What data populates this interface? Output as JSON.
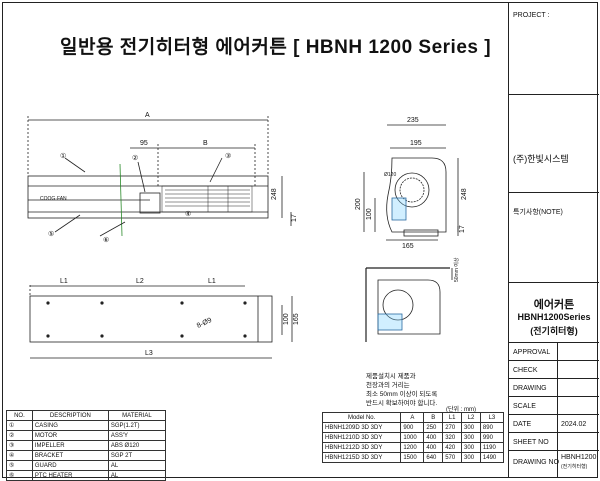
{
  "title": "일반용 전기히터형 에어커튼 [ HBNH 1200 Series ]",
  "sidebar": {
    "project_label": "PROJECT :",
    "company": "(주)한빛시스템",
    "note_label": "특기사항(NOTE)",
    "model_line1": "에어커튼",
    "model_line2": "HBNH1200Series",
    "model_line3": "(전기히터형)",
    "rows": [
      {
        "label": "APPROVAL",
        "value": ""
      },
      {
        "label": "CHECK",
        "value": ""
      },
      {
        "label": "DRAWING",
        "value": ""
      },
      {
        "label": "SCALE",
        "value": ""
      },
      {
        "label": "DATE",
        "value": "2024.02"
      },
      {
        "label": "SHEET NO",
        "value": ""
      },
      {
        "label": "DRAWING NO",
        "value": "HBNH1200"
      }
    ],
    "drawing_no_sub": "(전기히터형)"
  },
  "dims": {
    "A": "A",
    "B": "B",
    "d95": "95",
    "d235": "235",
    "d195": "195",
    "d248": "248",
    "d200": "200",
    "d100": "100",
    "d165": "165",
    "d17": "17",
    "d120": "Ø120",
    "L1": "L1",
    "L2": "L2",
    "L3": "L3",
    "hole": "8-Ø9",
    "d100b": "100",
    "d165b": "165",
    "min": "50mm 이상",
    "brand": "COOG·FAN",
    "n1": "①",
    "n2": "②",
    "n3": "③",
    "n4": "④",
    "n5": "⑤",
    "n6": "⑥"
  },
  "install_note": [
    "제품설치시 제품과",
    "천장과의 거리는",
    "최소 50mm 이상이 되도록",
    "반드시 확보하여야 합니다."
  ],
  "unit_note": "(단위 : mm)",
  "materials": {
    "headers": [
      "NO.",
      "DESCRIPTION",
      "MATERIAL"
    ],
    "rows": [
      [
        "①",
        "CASING",
        "SGP(1.2T)"
      ],
      [
        "②",
        "MOTOR",
        "ASS'Y"
      ],
      [
        "③",
        "IMPELLER",
        "ABS Ø120"
      ],
      [
        "④",
        "BRACKET",
        "SGP 2T"
      ],
      [
        "⑤",
        "GUARD",
        "AL"
      ],
      [
        "⑥",
        "PTC HEATER",
        "AL"
      ]
    ]
  },
  "models": {
    "headers": [
      "Model No.",
      "A",
      "B",
      "L1",
      "L2",
      "L3"
    ],
    "rows": [
      [
        "HBNH1209D 3D 3DY",
        "900",
        "250",
        "270",
        "300",
        "890"
      ],
      [
        "HBNH1210D 3D 3DY",
        "1000",
        "400",
        "320",
        "300",
        "990"
      ],
      [
        "HBNH1212D 3D 3DY",
        "1200",
        "400",
        "420",
        "300",
        "1190"
      ],
      [
        "HBNH1215D 3D 3DY",
        "1500",
        "640",
        "570",
        "300",
        "1490"
      ]
    ]
  }
}
